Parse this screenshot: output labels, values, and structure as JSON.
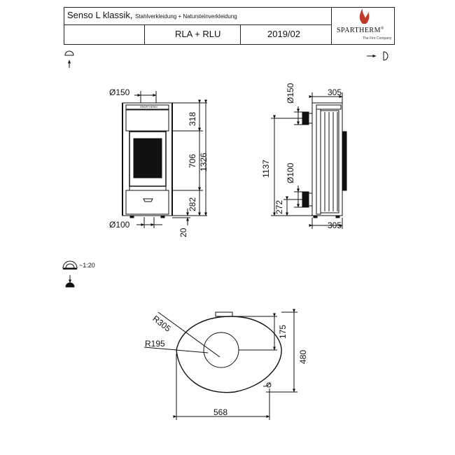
{
  "title_block": {
    "product": "Senso L klassik",
    "variant_note": "Stahlverkleidung + Natursteinverkleidung",
    "model": "RLA + RLU",
    "date": "2019/02",
    "brand": "SPARTHERM",
    "brand_mark": "®",
    "brand_tagline": "The Fire Company"
  },
  "views": {
    "front": {
      "outlet_top": "Ø150",
      "inlet_bottom": "Ø100",
      "dim_top_section": "318",
      "dim_middle": "706",
      "dim_bottom_section": "282",
      "dim_total_height": "1326",
      "dim_foot": "20"
    },
    "side": {
      "outlet_top": "Ø150",
      "inlet_rear": "Ø100",
      "dim_depth_top": "305",
      "dim_depth_bottom": "305",
      "dim_rear_height": "1137",
      "dim_inlet_height": "272"
    },
    "plan": {
      "scale": "~1:20",
      "radius_large": "R305",
      "radius_small": "R195",
      "dim_offset": "175",
      "dim_depth": "480",
      "dim_width": "568"
    }
  }
}
